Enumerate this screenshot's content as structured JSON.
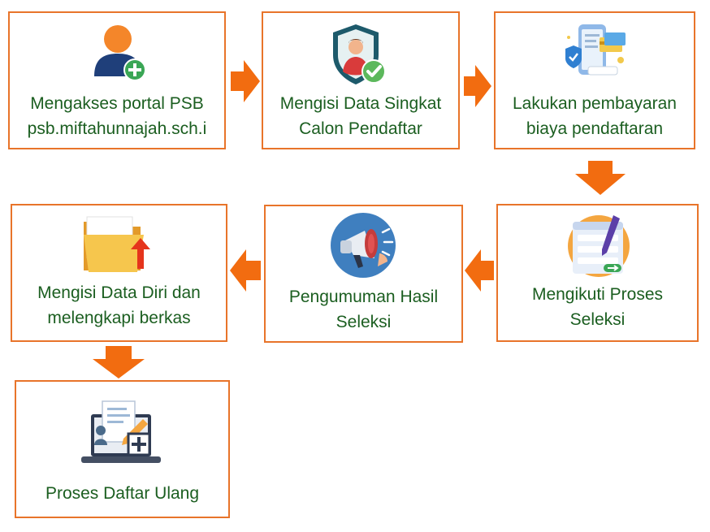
{
  "steps": [
    {
      "id": 1,
      "lines": [
        "Mengakses portal PSB",
        "psb.miftahunnajah.sch.i"
      ],
      "icon": "user-add-icon"
    },
    {
      "id": 2,
      "lines": [
        "Mengisi Data Singkat",
        "Calon Pendaftar"
      ],
      "icon": "verified-user-shield-icon"
    },
    {
      "id": 3,
      "lines": [
        "Lakukan pembayaran",
        "biaya pendaftaran"
      ],
      "icon": "mobile-payment-icon"
    },
    {
      "id": 4,
      "lines": [
        "Mengikuti Proses",
        "Seleksi"
      ],
      "icon": "form-pen-icon"
    },
    {
      "id": 5,
      "lines": [
        "Pengumuman Hasil",
        "Seleksi"
      ],
      "icon": "megaphone-icon"
    },
    {
      "id": 6,
      "lines": [
        "Mengisi Data Diri dan",
        "melengkapi berkas"
      ],
      "icon": "folder-upload-icon"
    },
    {
      "id": 7,
      "lines": [
        "Proses Daftar Ulang"
      ],
      "icon": "laptop-document-icon"
    }
  ],
  "colors": {
    "border": "#e8742a",
    "arrow": "#f26c10",
    "text": "#1b5e20"
  }
}
